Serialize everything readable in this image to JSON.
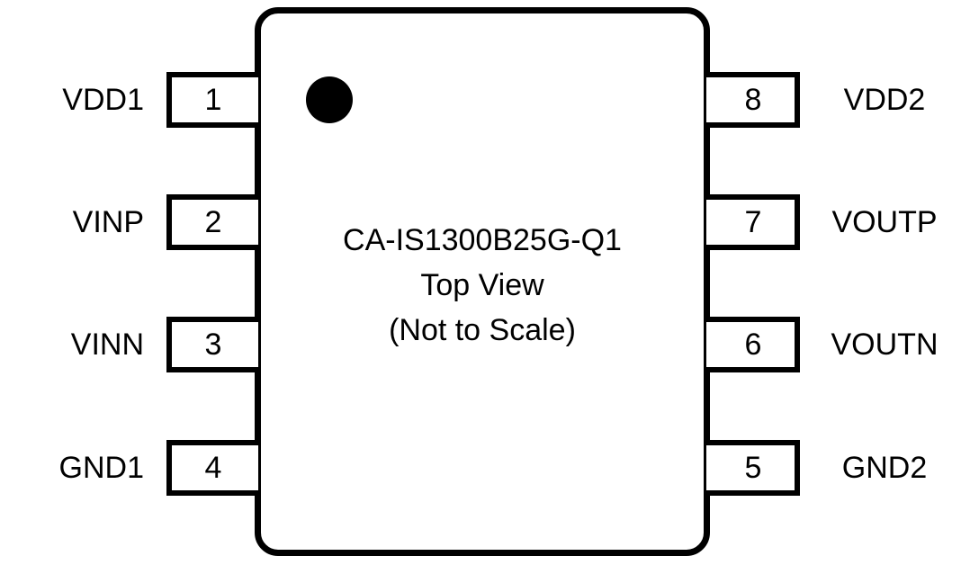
{
  "chip": {
    "part_number": "CA-IS1300B25G-Q1",
    "view": "Top View",
    "scale_note": "(Not to Scale)"
  },
  "left_pins": [
    {
      "number": "1",
      "name": "VDD1"
    },
    {
      "number": "2",
      "name": "VINP"
    },
    {
      "number": "3",
      "name": "VINN"
    },
    {
      "number": "4",
      "name": "GND1"
    }
  ],
  "right_pins": [
    {
      "number": "8",
      "name": "VDD2"
    },
    {
      "number": "7",
      "name": "VOUTP"
    },
    {
      "number": "6",
      "name": "VOUTN"
    },
    {
      "number": "5",
      "name": "GND2"
    }
  ]
}
